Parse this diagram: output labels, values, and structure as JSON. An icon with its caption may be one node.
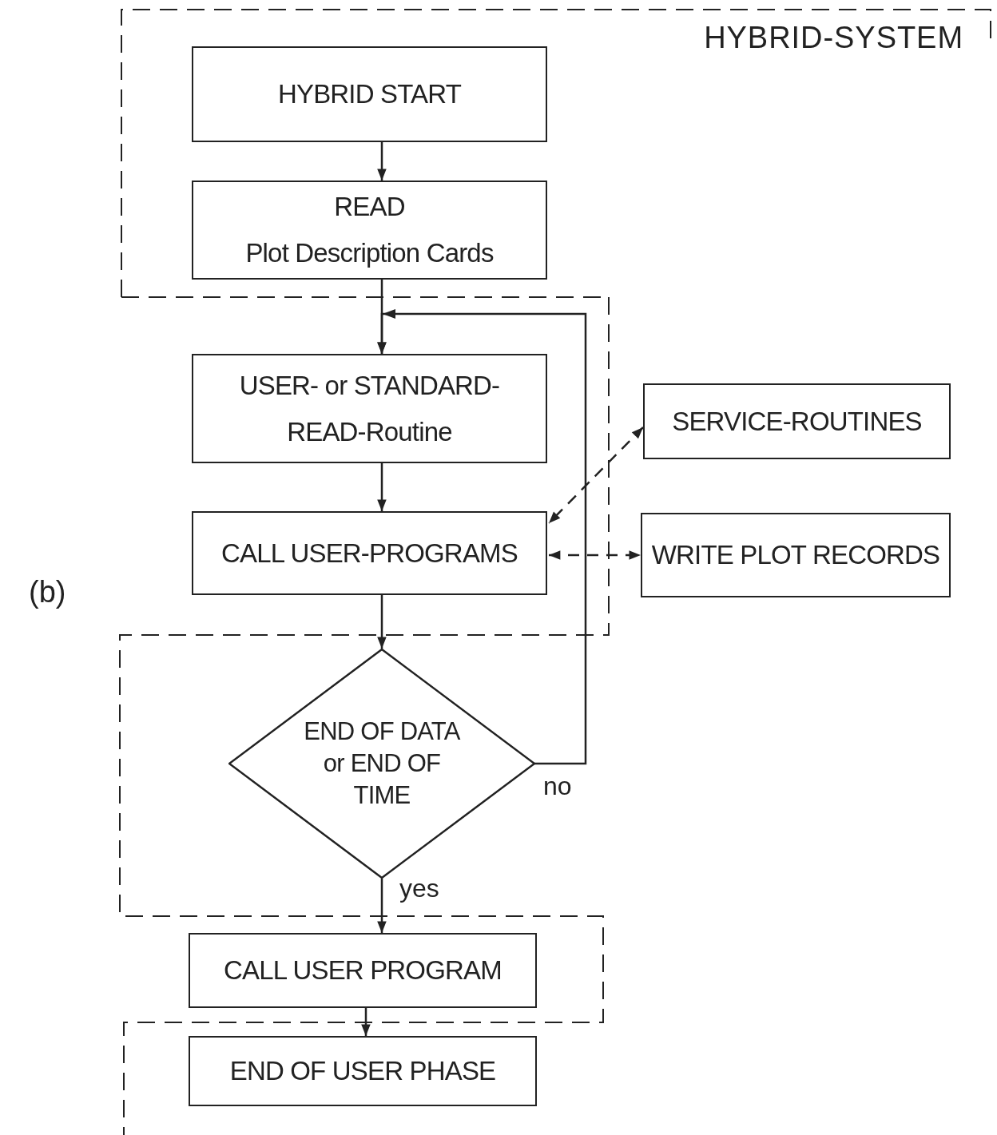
{
  "diagram": {
    "nodes": [
      {
        "text": [
          "HYBRID-SYSTEM"
        ]
      },
      {
        "text": [
          "HYBRID START"
        ],
        "in": 0
      },
      {
        "text": [
          "READ",
          "Plot Description Cards"
        ],
        "in": 0
      },
      {
        "text": [
          "USER- or STANDARD- READ-Routine"
        ]
      },
      {
        "text": [
          "SERVICE-ROUTINES"
        ]
      },
      {
        "text": [
          "CALL USER-PROGRAMS"
        ]
      },
      {
        "text": [
          "WRITE PLOT RECORDS"
        ]
      },
      {
        "text": [
          "END OF DATA or END OF TIME"
        ]
      },
      {
        "text": [
          "CALL USER PROGRAM"
        ]
      },
      {
        "text": [
          "END OF USER PHASE"
        ]
      }
    ],
    "edges": [
      {
        "from": 1,
        "to": 2,
        "arrow": "to"
      },
      {
        "from": 2,
        "to": 3,
        "arrow": "to"
      },
      {
        "from": 3,
        "to": 5,
        "arrow": "to"
      },
      {
        "from": 4,
        "to": 5,
        "arrow": "both",
        "style": "dashed"
      },
      {
        "from": 5,
        "to": 6,
        "arrow": "both",
        "style": "dashed"
      },
      {
        "from": 5,
        "to": 7,
        "arrow": "to"
      },
      {
        "from": 7,
        "to": 3,
        "arrow": "to",
        "label": "no"
      },
      {
        "from": 7,
        "to": 8,
        "arrow": "to",
        "label": "yes"
      },
      {
        "from": 8,
        "to": 9,
        "arrow": "to"
      }
    ],
    "labels": [
      "(b)"
    ]
  }
}
